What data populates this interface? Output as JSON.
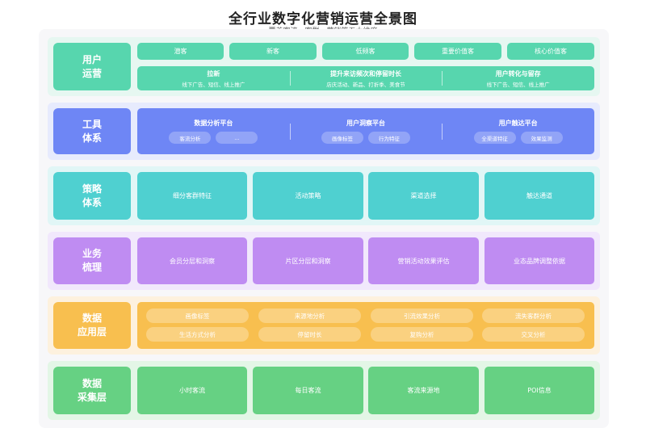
{
  "title": "全行业数字化营销运营全景图",
  "subtitle": "覆盖客流、客群、营销等五大维度",
  "layers": {
    "user": {
      "label": "用户\n运营",
      "tags": [
        "潜客",
        "新客",
        "低频客",
        "重要价值客",
        "核心价值客"
      ],
      "groups": [
        {
          "title": "拉新",
          "sub": "线下广告、短信、线上推广"
        },
        {
          "title": "提升来访频次和停留时长",
          "sub": "店庆活动、新品、打折季、美食节"
        },
        {
          "title": "用户转化与留存",
          "sub": "线下广告、短信、线上推广"
        }
      ]
    },
    "tool": {
      "label": "工具\n体系",
      "platforms": [
        {
          "title": "数据分析平台",
          "chips": [
            "客流分析",
            "..."
          ]
        },
        {
          "title": "用户洞察平台",
          "chips": [
            "画像标签",
            "行为特征"
          ]
        },
        {
          "title": "用户触达平台",
          "chips": [
            "全渠道特征",
            "效果监测"
          ]
        }
      ]
    },
    "strategy": {
      "label": "策略\n体系",
      "items": [
        "细分客群特征",
        "活动策略",
        "渠道选择",
        "触达通道"
      ]
    },
    "business": {
      "label": "业务\n梳理",
      "items": [
        "会员分层和洞察",
        "片区分层和洞察",
        "营销活动效果评估",
        "业态品牌调整依据"
      ]
    },
    "application": {
      "label": "数据\n应用层",
      "items": [
        "画像标签",
        "来源地分析",
        "引流效果分析",
        "流失客群分析",
        "生活方式分析",
        "停留时长",
        "复购分析",
        "交叉分析"
      ]
    },
    "collection": {
      "label": "数据\n采集层",
      "items": [
        "小时客流",
        "每日客流",
        "客流来源地",
        "POI信息"
      ]
    }
  },
  "colors": {
    "user": "#57d6ae",
    "tool": "#6e86f5",
    "strategy": "#4fd0d0",
    "business": "#bf8cf2",
    "application": "#f8bf4f",
    "collection": "#66d183"
  }
}
